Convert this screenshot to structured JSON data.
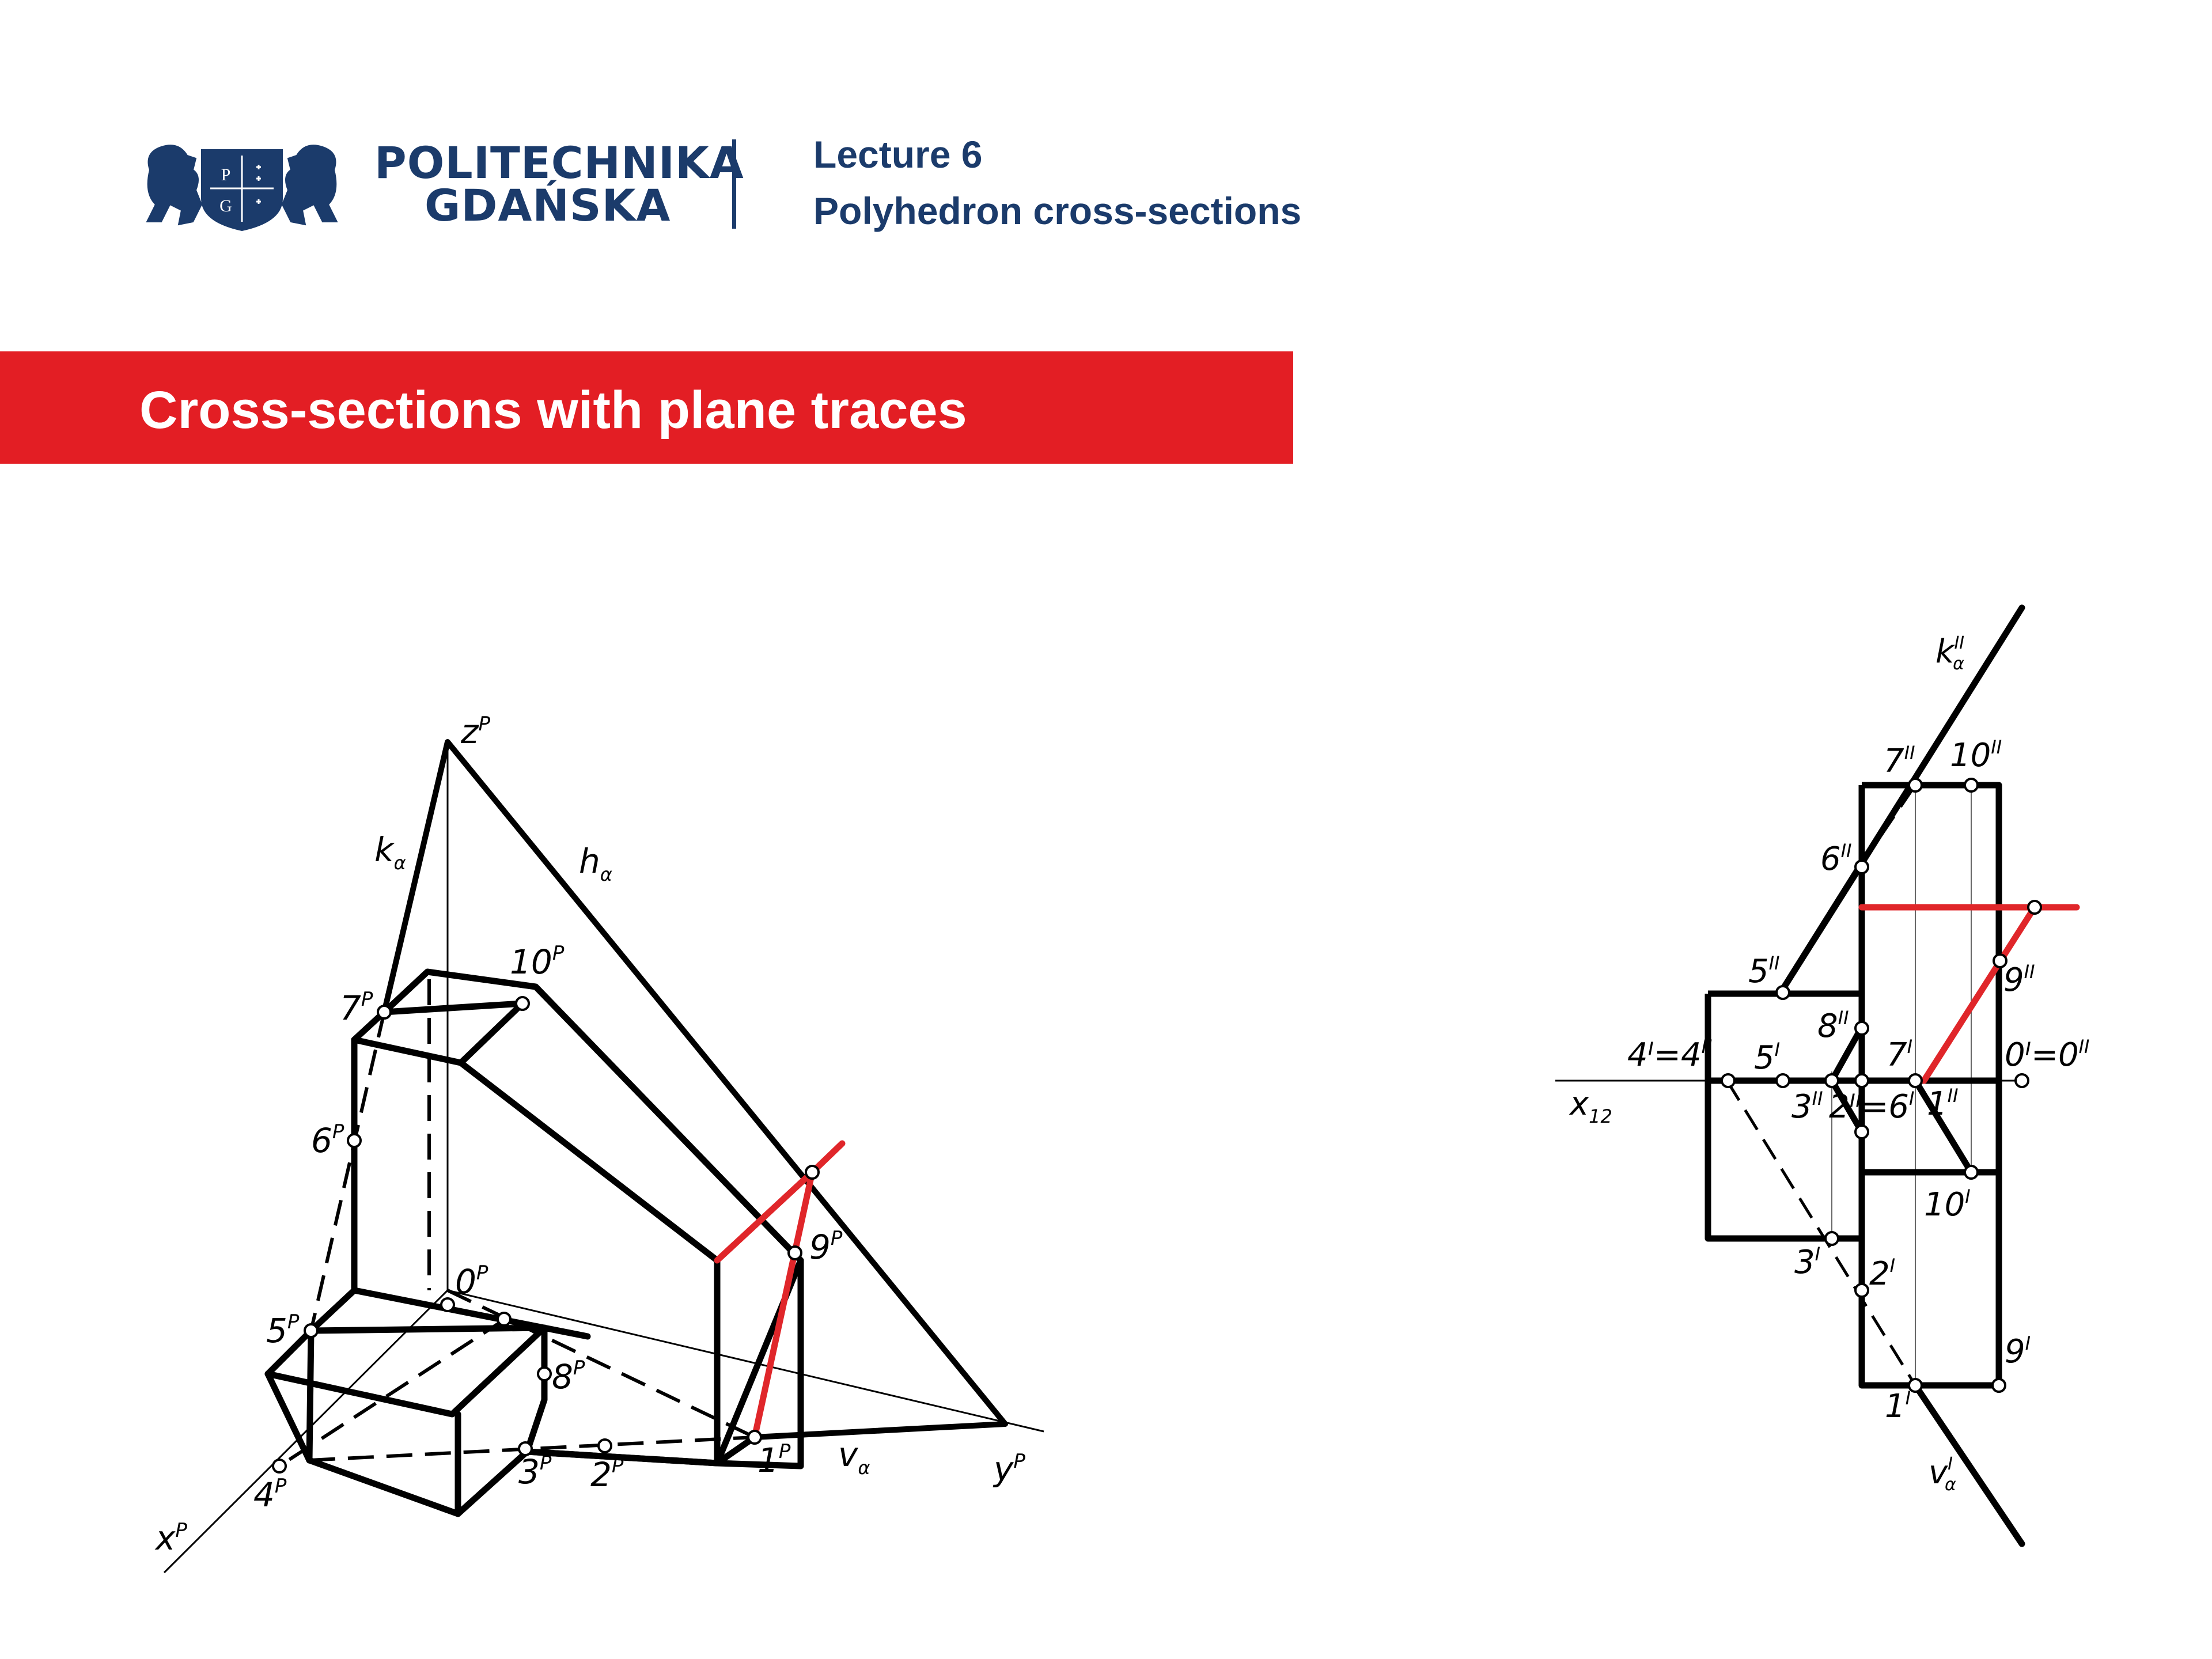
{
  "header": {
    "logo": {
      "line1": "POLITECHNIKA",
      "line2": "GDAŃSKA",
      "emblem_letters": [
        "P",
        "G"
      ]
    },
    "lecture_number": "Lecture 6",
    "lecture_topic": "Polyhedron cross-sections"
  },
  "banner": {
    "title": "Cross-sections with plane traces"
  },
  "colors": {
    "brand_blue": "#1b3b6b",
    "banner_red": "#e31e24",
    "section_red": "#e0262a",
    "line": "#000000"
  },
  "axonometric_view": {
    "axes": {
      "z": "z",
      "x": "x",
      "y": "y",
      "superscript": "P"
    },
    "traces": {
      "k": "k",
      "h": "h",
      "v": "v",
      "subscript": "α"
    },
    "points": [
      {
        "id": "1",
        "label": "1",
        "sup": "P"
      },
      {
        "id": "2",
        "label": "2",
        "sup": "P"
      },
      {
        "id": "3",
        "label": "3",
        "sup": "P"
      },
      {
        "id": "4",
        "label": "4",
        "sup": "P"
      },
      {
        "id": "5",
        "label": "5",
        "sup": "P"
      },
      {
        "id": "6",
        "label": "6",
        "sup": "P"
      },
      {
        "id": "7",
        "label": "7",
        "sup": "P"
      },
      {
        "id": "8",
        "label": "8",
        "sup": "P"
      },
      {
        "id": "9",
        "label": "9",
        "sup": "P"
      },
      {
        "id": "10",
        "label": "10",
        "sup": "P"
      },
      {
        "id": "0",
        "label": "0",
        "sup": "P"
      }
    ]
  },
  "orthographic_view": {
    "axis_label": "x",
    "axis_subscript": "12",
    "traces": {
      "k": "k",
      "k_sup": "II",
      "v": "v",
      "v_sup": "I",
      "subscript": "α"
    },
    "labels": [
      {
        "id": "7II",
        "text": "7",
        "sup": "II"
      },
      {
        "id": "10II",
        "text": "10",
        "sup": "II"
      },
      {
        "id": "6II",
        "text": "6",
        "sup": "II"
      },
      {
        "id": "5II",
        "text": "5",
        "sup": "II"
      },
      {
        "id": "9II",
        "text": "9",
        "sup": "II"
      },
      {
        "id": "8II",
        "text": "8",
        "sup": "II"
      },
      {
        "id": "4I4II",
        "text": "4ᴵ=4",
        "sup": "II"
      },
      {
        "id": "5I",
        "text": "5",
        "sup": "I"
      },
      {
        "id": "7I",
        "text": "7",
        "sup": "I"
      },
      {
        "id": "0I0II",
        "text": "0ᴵ=0",
        "sup": "II"
      },
      {
        "id": "3II",
        "text": "3",
        "sup": "II"
      },
      {
        "id": "2II6I",
        "text": "2ᴵᴵ=6",
        "sup": "I"
      },
      {
        "id": "1II",
        "text": "1",
        "sup": "II"
      },
      {
        "id": "10I",
        "text": "10",
        "sup": "I"
      },
      {
        "id": "3I",
        "text": "3",
        "sup": "I"
      },
      {
        "id": "2I",
        "text": "2",
        "sup": "I"
      },
      {
        "id": "9I",
        "text": "9",
        "sup": "I"
      },
      {
        "id": "1I",
        "text": "1",
        "sup": "I"
      }
    ]
  }
}
